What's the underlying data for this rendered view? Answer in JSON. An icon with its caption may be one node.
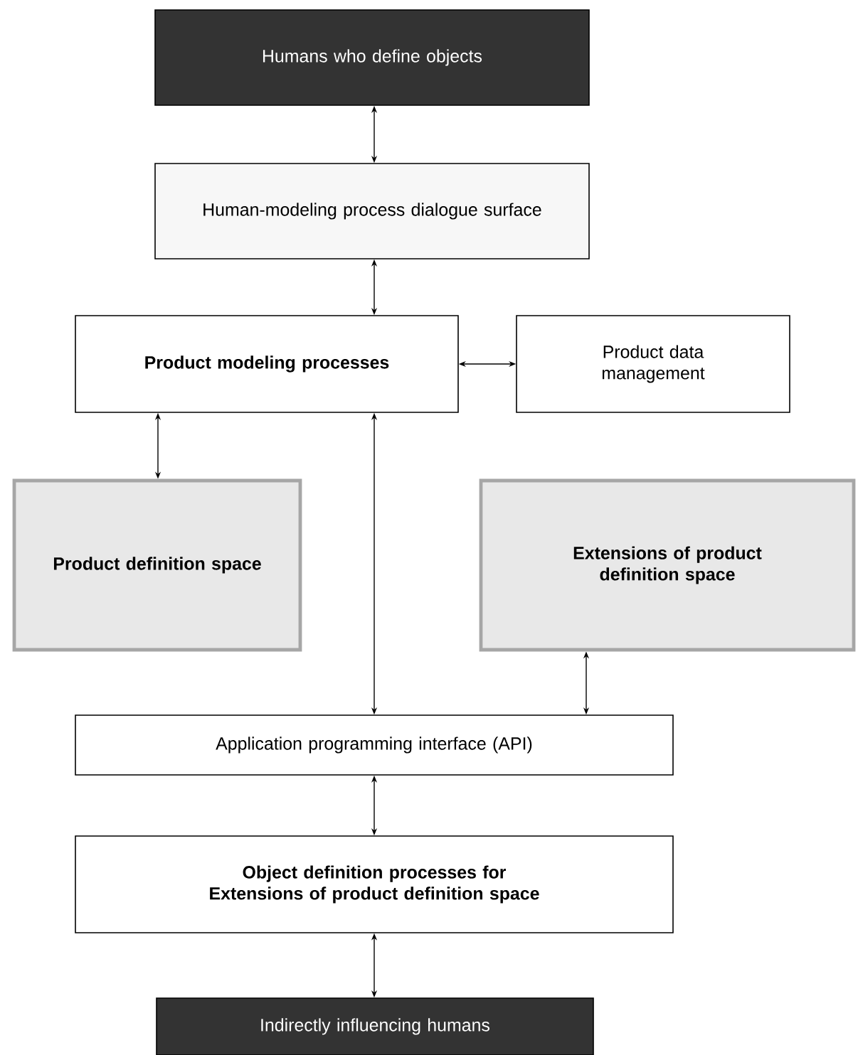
{
  "diagram": {
    "nodes": [
      {
        "text": [
          "Humans who define objects"
        ]
      },
      {
        "text": [
          "Human-modeling process dialogue surface"
        ]
      },
      {
        "text": [
          "Product modeling processes"
        ]
      },
      {
        "text": [
          "Product data management"
        ]
      },
      {
        "text": [
          "Product definition space"
        ]
      },
      {
        "text": [
          "Extensions of product definition space"
        ]
      },
      {
        "text": [
          "Application programming interface (API)"
        ]
      },
      {
        "text": [
          "Object definition processes for Extensions of product definition space"
        ]
      },
      {
        "text": [
          "Indirectly influencing humans"
        ]
      }
    ],
    "edges": [
      {
        "from": 0,
        "to": 1,
        "arrow": "both"
      },
      {
        "from": 1,
        "to": 2,
        "arrow": "both"
      },
      {
        "from": 2,
        "to": 3,
        "arrow": "both"
      },
      {
        "from": 2,
        "to": 4,
        "arrow": "both"
      },
      {
        "from": 2,
        "to": 6,
        "arrow": "both"
      },
      {
        "from": 5,
        "to": 6,
        "arrow": "both"
      },
      {
        "from": 6,
        "to": 7,
        "arrow": "both"
      },
      {
        "from": 7,
        "to": 8,
        "arrow": "both"
      }
    ]
  }
}
